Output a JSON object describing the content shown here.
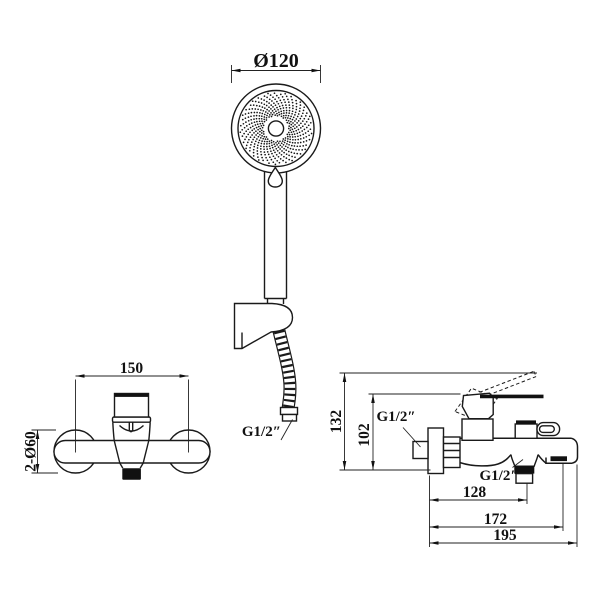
{
  "drawing": {
    "background": "#ffffff",
    "line_color": "#1a1a1a",
    "shower_head": {
      "diameter_label": "Ø120",
      "hose_thread_label": "G1/2″"
    },
    "front_view": {
      "center_distance_label": "150",
      "flange_label": "2-Ø60"
    },
    "side_view": {
      "raised_lever_height_label": "132",
      "lever_height_label": "102",
      "wall_thread_label": "G1/2″",
      "outlet_thread_label": "G1/2″",
      "outlet_offset_label": "128",
      "spout_reach_label": "172",
      "total_depth_label": "195"
    }
  }
}
